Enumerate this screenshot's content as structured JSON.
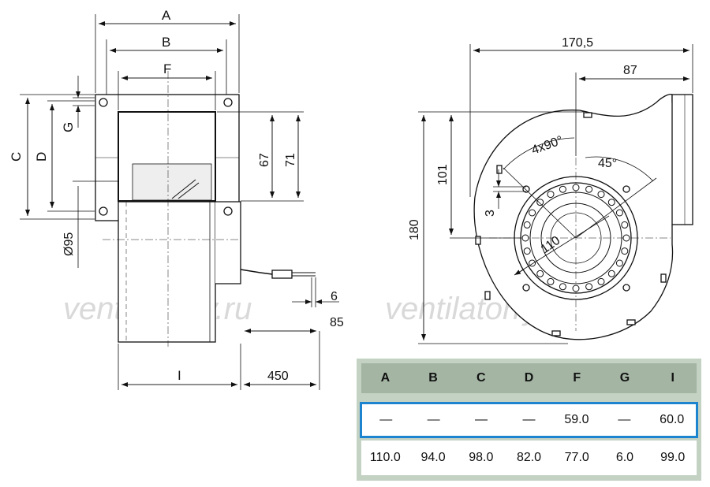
{
  "labels": {
    "A": "A",
    "B": "B",
    "F": "F",
    "C": "C",
    "D": "D",
    "G": "G",
    "I": "I",
    "d95": "Ø95",
    "v67": "67",
    "v71": "71",
    "v6": "6",
    "v85": "85",
    "v450": "450",
    "v170": "170,5",
    "v87": "87",
    "v4x90": "4x90°",
    "v45": "45°",
    "v101": "101",
    "v3": "3",
    "v180": "180",
    "v110": "110"
  },
  "watermark": [
    "ventilatorry.ru",
    "ventilatorry.ru"
  ],
  "table": {
    "headers": [
      "A",
      "B",
      "C",
      "D",
      "F",
      "G",
      "I"
    ],
    "rows": [
      [
        "—",
        "—",
        "—",
        "—",
        "59.0",
        "—",
        "60.0"
      ],
      [
        "110.0",
        "94.0",
        "98.0",
        "82.0",
        "77.0",
        "6.0",
        "99.0"
      ]
    ]
  },
  "colors": {
    "highlight": "#1d84cf",
    "table_bg": "#c4d2c4",
    "header_bg": "#a4b5a4"
  }
}
